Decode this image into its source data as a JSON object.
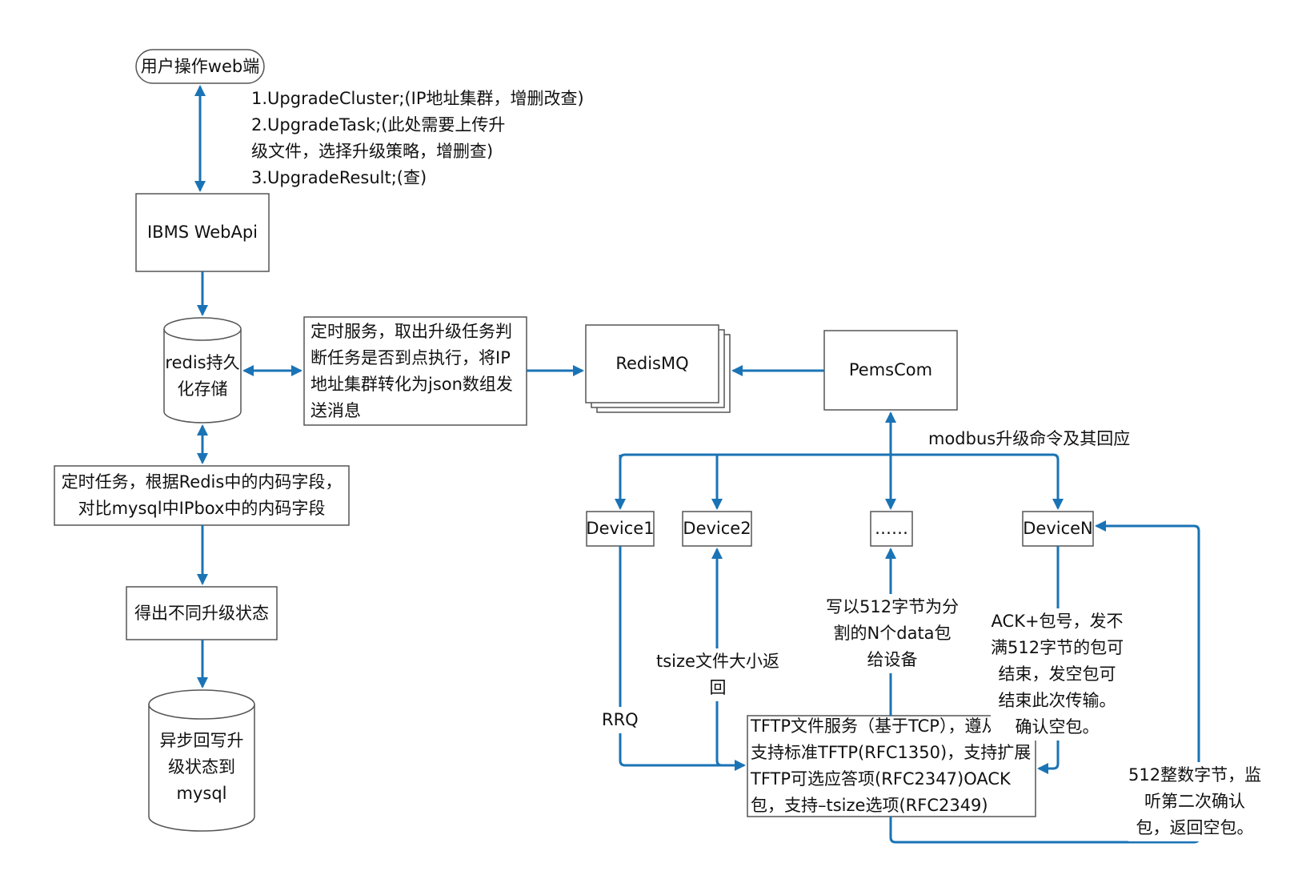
{
  "colors": {
    "arrow": "#1a73b5",
    "box_border": "#555555",
    "text": "#111111"
  },
  "nodes": {
    "user_web": "用户操作web端",
    "webapi": "IBMS WebApi",
    "redis": "redis持久\n化存储",
    "timer_service": "定时服务，取出升级任务判\n断任务是否到点执行，将IP\n地址集群转化为json数组发\n送消息",
    "redismq": "RedisMQ",
    "pemscom": "PemsCom",
    "timer_task": "定时任务，根据Redis中的内码字段，\n对比mysql中IPbox中的内码字段",
    "status": "得出不同升级状态",
    "mysql": "异步回写升\n级状态到\nmysql",
    "device1": "Device1",
    "device2": "Device2",
    "device_dots": "……",
    "deviceN": "DeviceN",
    "tftp": "TFTP文件服务（基于TCP），遵从\n支持标准TFTP(RFC1350)，支持扩展\nTFTP可选应答项(RFC2347)OACK\n包，支持–tsize选项(RFC2349)"
  },
  "labels": {
    "api_list": "1.UpgradeCluster;(IP地址集群，增删改查)\n2.UpgradeTask;(此处需要上传升\n级文件，选择升级策略，增删查)\n3.UpgradeResult;(查)",
    "modbus": "modbus升级命令及其回应",
    "rrq": "RRQ",
    "tsize": "tsize文件大小返\n回",
    "write512": "写以512字节为分\n割的N个data包\n给设备",
    "ack": "ACK+包号，发不\n满512字节的包可\n结束，发空包可\n结束此次传输。\n确认空包。",
    "resp512": "512整数字节，监\n听第二次确认\n包，返回空包。"
  }
}
